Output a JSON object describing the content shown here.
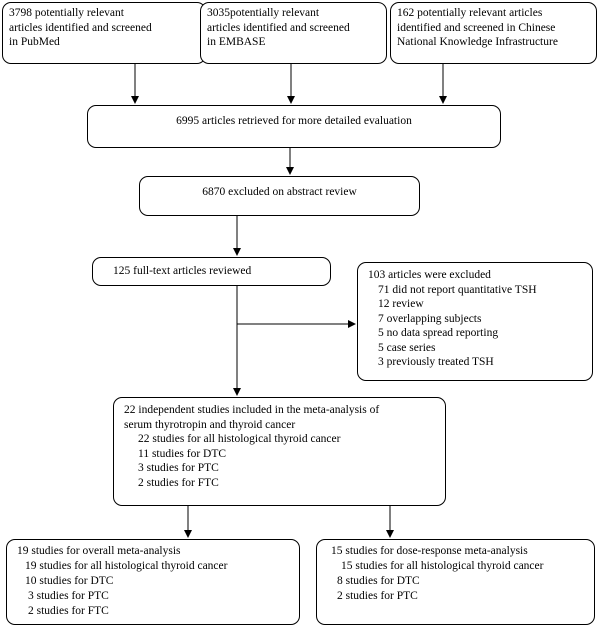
{
  "sources": {
    "pubmed": [
      "3798 potentially relevant",
      "articles identified and screened",
      "in PubMed"
    ],
    "embase": [
      "3035potentially relevant",
      "articles identified and screened",
      "in EMBASE"
    ],
    "cnki": [
      "162 potentially relevant articles",
      "identified and screened in Chinese",
      "National Knowledge Infrastructure"
    ]
  },
  "retrieved": "6995 articles retrieved for more detailed evaluation",
  "excluded_abstract": "6870  excluded on abstract  review",
  "fulltext": "125  full-text articles reviewed",
  "excluded": {
    "title": "103 articles were excluded",
    "items": [
      "71 did not report quantitative TSH",
      "12 review",
      "7 overlapping subjects",
      "5 no data spread reporting",
      "5 case series",
      "3 previously treated TSH"
    ]
  },
  "included": {
    "title_line1": "22  independent studies included in the meta-analysis of",
    "title_line2": "serum thyrotropin and thyroid cancer",
    "items": [
      "22 studies for all histological thyroid cancer",
      "11 studies for DTC",
      "3 studies for PTC",
      "2 studies for FTC"
    ]
  },
  "overall": {
    "title": "19 studies for overall meta-analysis",
    "items": [
      "19 studies for all histological thyroid cancer",
      "10 studies for DTC",
      "3 studies for PTC",
      "2 studies for FTC"
    ]
  },
  "dose_response": {
    "title": "15 studies for dose-response meta-analysis",
    "items": [
      "15 studies for  all histological thyroid cancer",
      "8 studies for DTC",
      "2 studies for PTC"
    ]
  }
}
